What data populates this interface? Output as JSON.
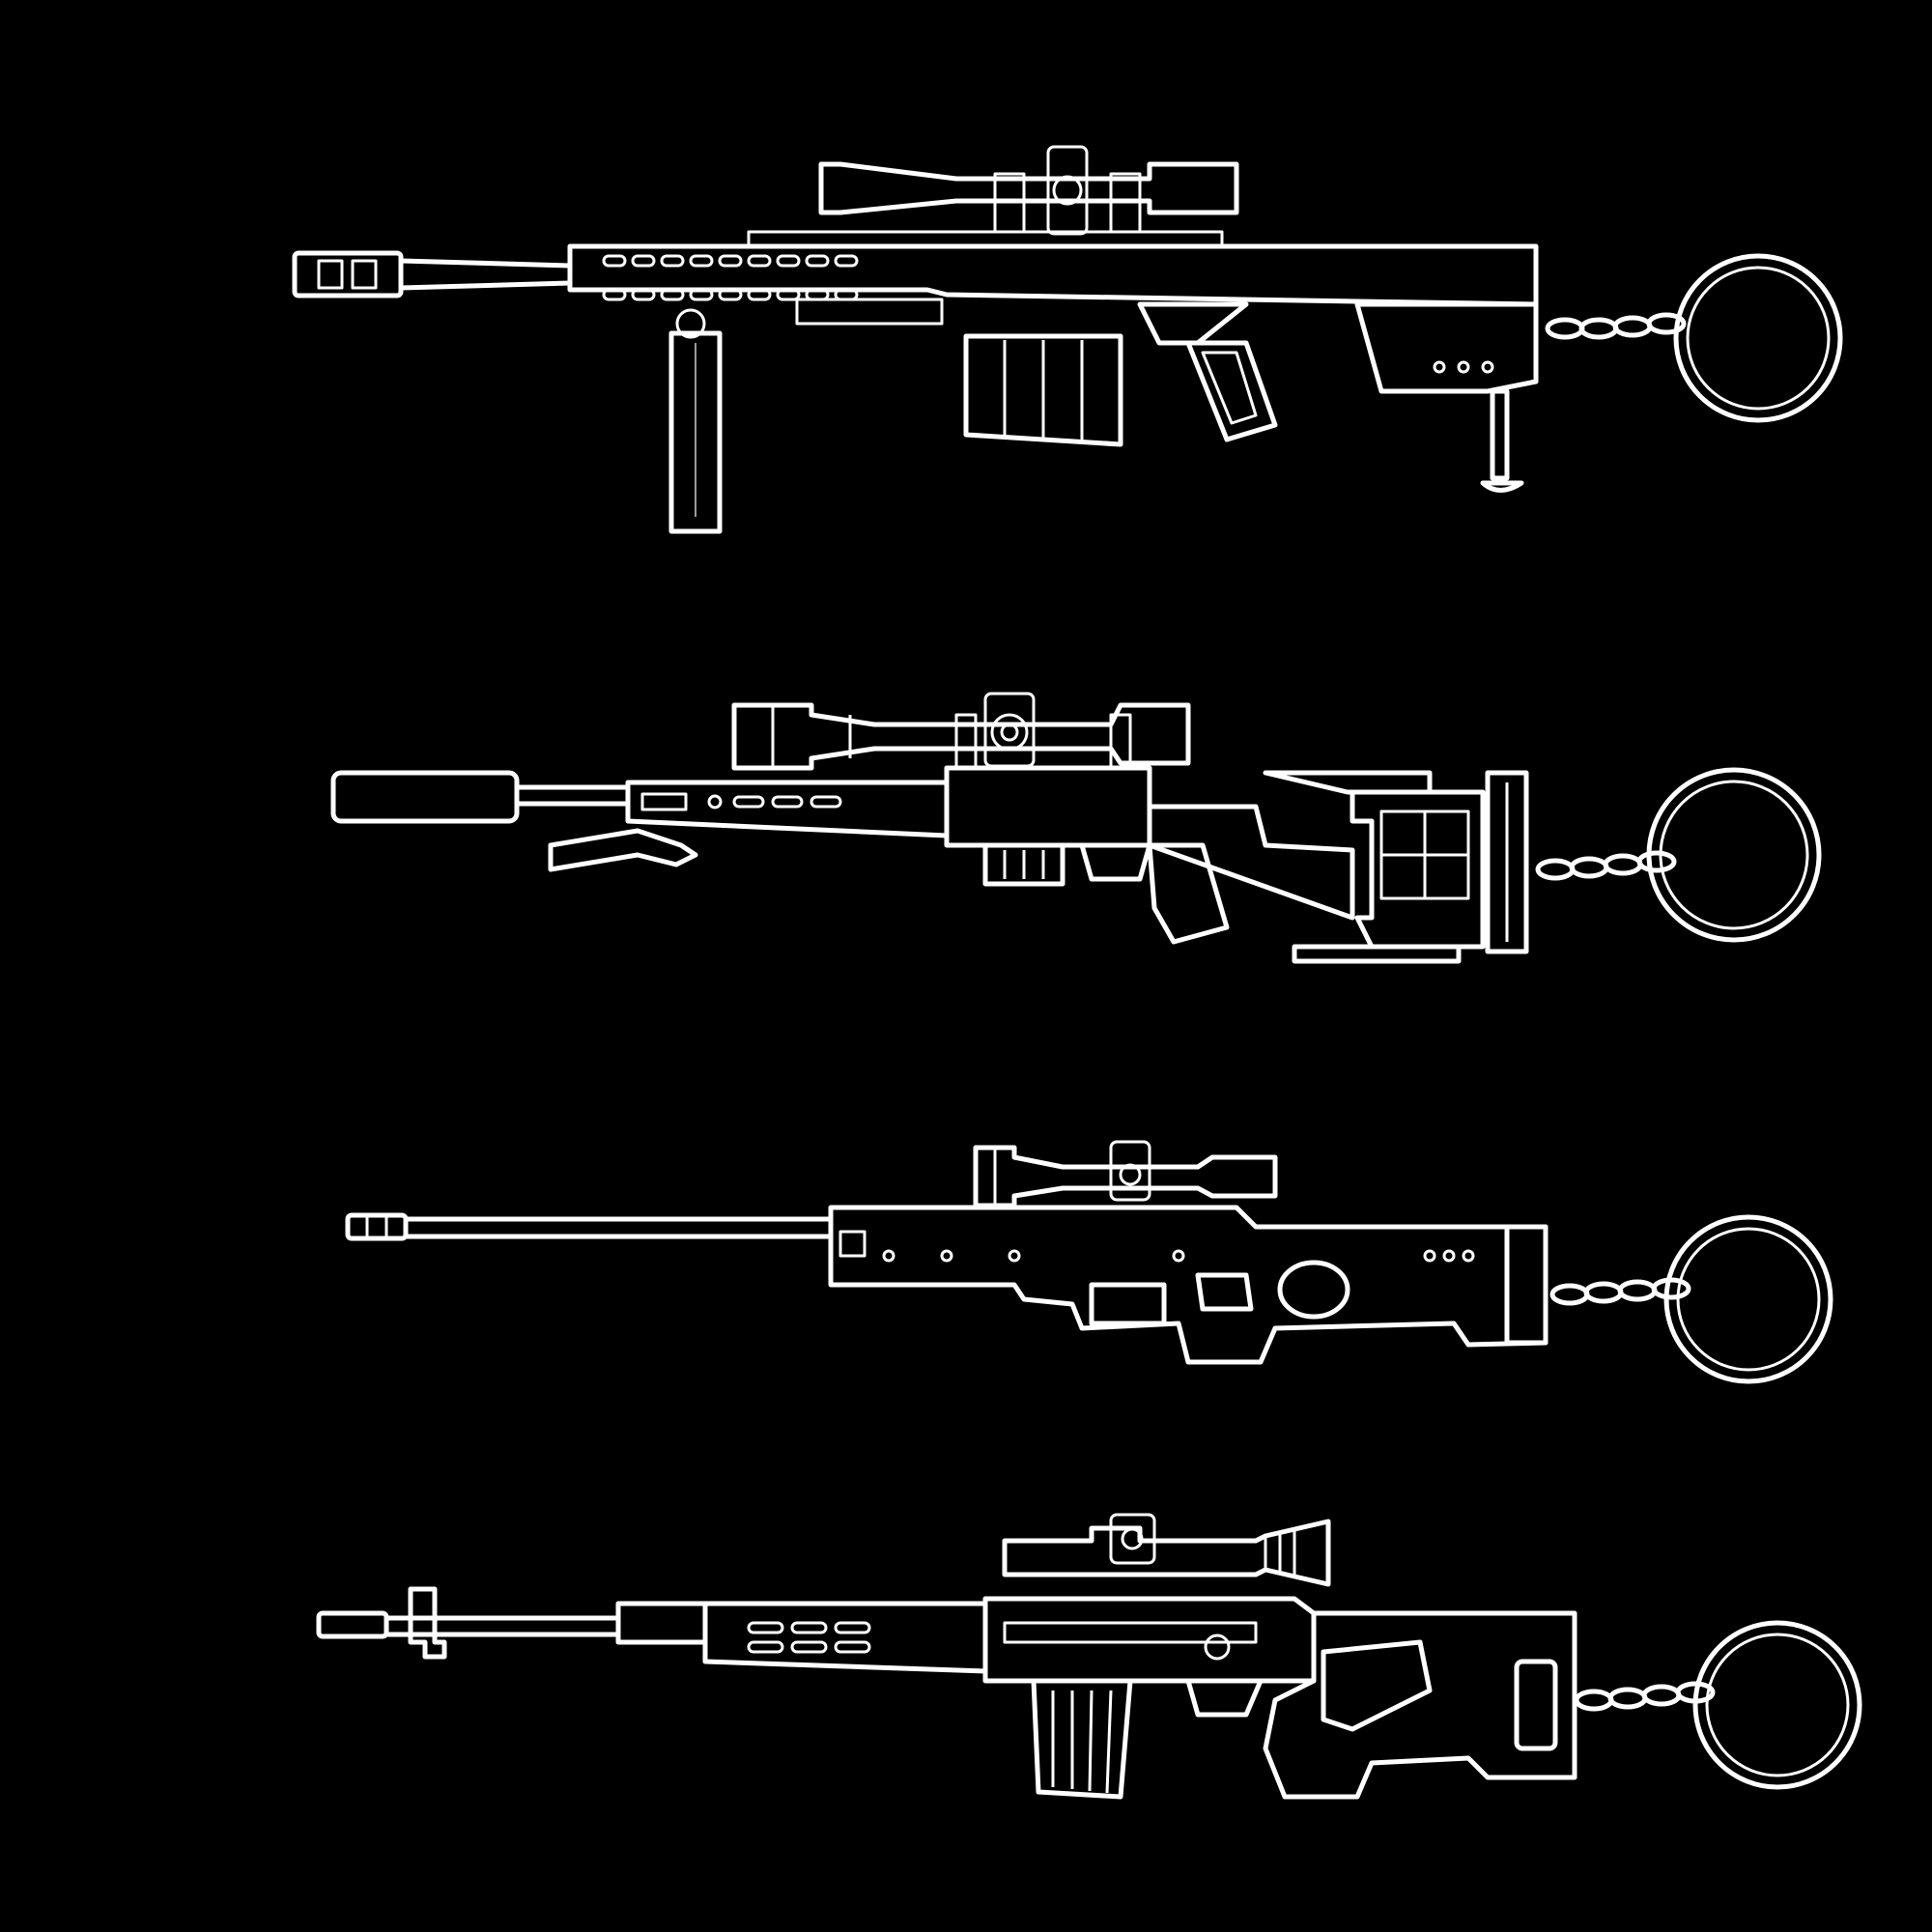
{
  "background_color": "#000000",
  "line_color": "#ffffff",
  "items": [
    {
      "kind": "rifle-keychain",
      "style": "anti-materiel rifle with bipod and scope"
    },
    {
      "kind": "rifle-keychain",
      "style": "chassis sniper rifle with suppressor and scope"
    },
    {
      "kind": "rifle-keychain",
      "style": "bolt-action sniper rifle with thumbhole stock"
    },
    {
      "kind": "rifle-keychain",
      "style": "designated marksman rifle with PSO scope"
    }
  ]
}
